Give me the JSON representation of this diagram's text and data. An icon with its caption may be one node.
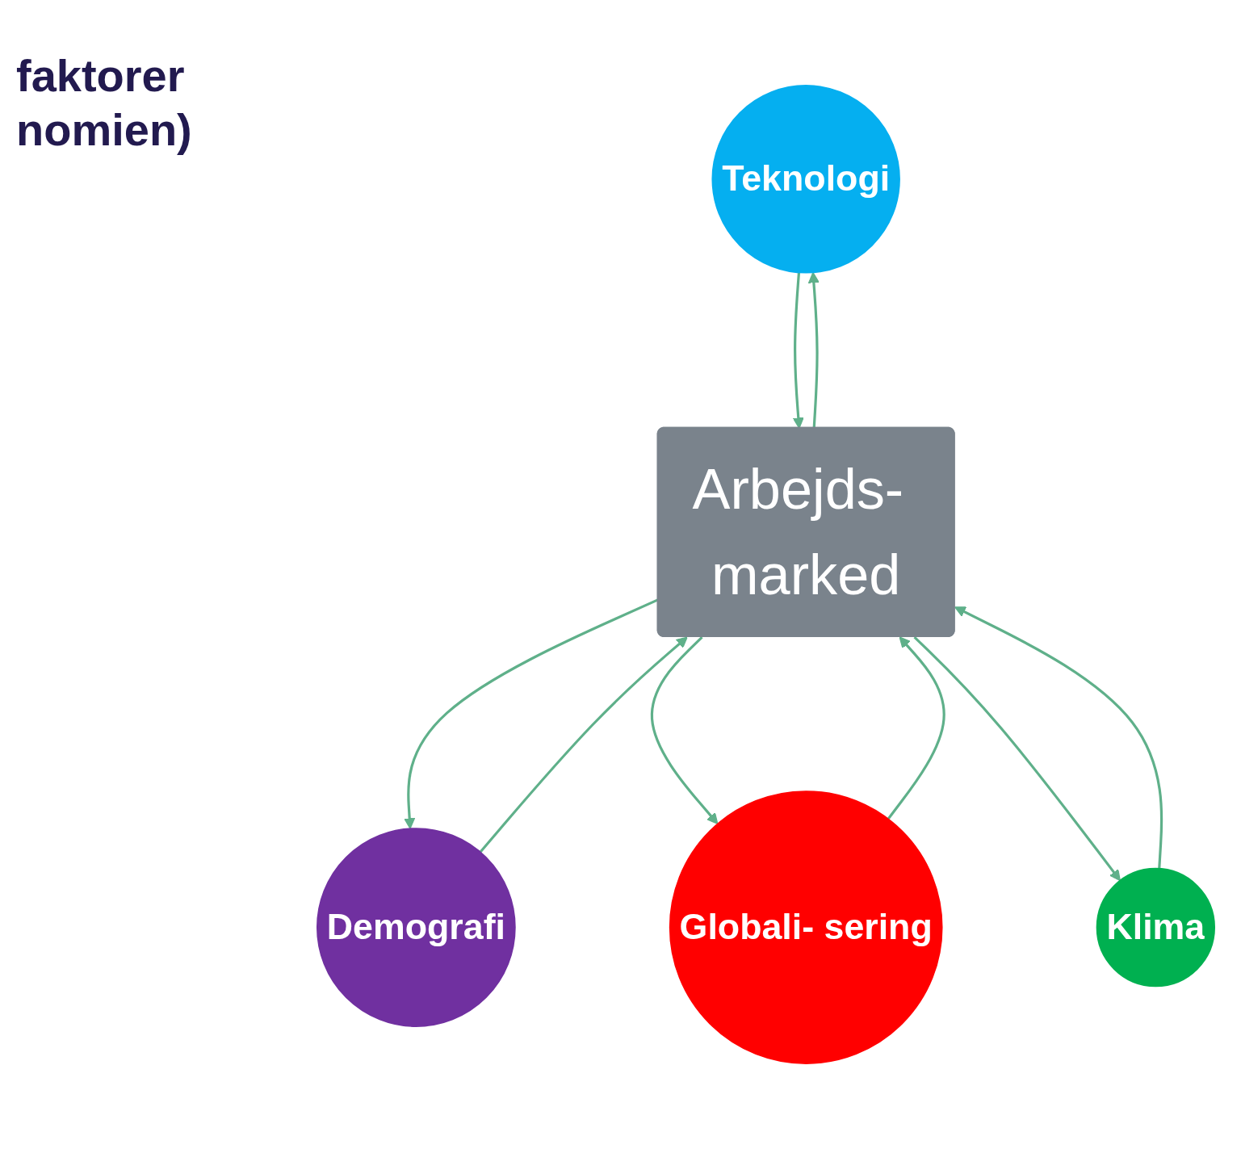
{
  "diagram": {
    "title": "faktorer nomien)",
    "nodes": [
      {
        "text": [
          "Teknologi"
        ]
      },
      {
        "text": [
          "Demografi"
        ]
      },
      {
        "text": [
          "Arbejds- marked"
        ]
      },
      {
        "text": [
          "Globali- sering"
        ]
      },
      {
        "text": [
          "Klima"
        ]
      }
    ],
    "edges": [
      {
        "from": 2,
        "to": 0,
        "arrow": "to"
      },
      {
        "from": 0,
        "to": 2,
        "arrow": "to"
      },
      {
        "from": 2,
        "to": 1,
        "arrow": "to"
      },
      {
        "from": 1,
        "to": 2,
        "arrow": "to"
      },
      {
        "from": 2,
        "to": 3,
        "arrow": "to"
      },
      {
        "from": 3,
        "to": 2,
        "arrow": "to"
      },
      {
        "from": 4,
        "to": 2,
        "arrow": "to"
      },
      {
        "from": 2,
        "to": 4,
        "arrow": "to"
      }
    ]
  }
}
